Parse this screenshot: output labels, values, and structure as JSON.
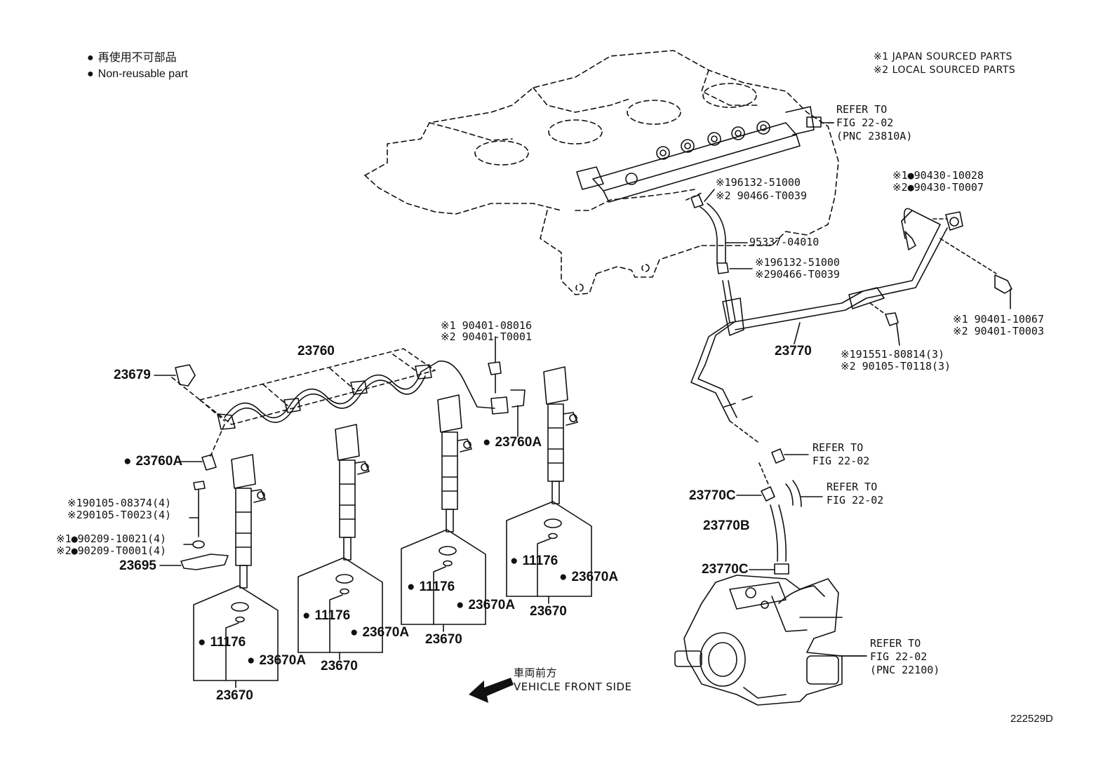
{
  "legend": {
    "items": [
      "再使用不可部品",
      "Non-reusable part"
    ]
  },
  "sourcing": {
    "lines": [
      "※1 JAPAN SOURCED PARTS",
      "※2 LOCAL SOURCED PARTS"
    ]
  },
  "refs": {
    "rail": [
      "REFER TO",
      "FIG 22-02",
      "(PNC 23810A)"
    ],
    "clamp": [
      "REFER TO",
      "FIG 22-02"
    ],
    "hose": [
      "REFER TO",
      "FIG 22-02"
    ],
    "pump": [
      "REFER TO",
      "FIG 22-02",
      "(PNC 22100)"
    ]
  },
  "parts": {
    "p196132_a": "※196132-51000",
    "p90466_a": "※2 90466-T0039",
    "p95337": "95337-04010",
    "p196132_b": "※196132-51000",
    "p90466_b": "※290466-T0039",
    "p90430_1": "※1●90430-10028",
    "p90430_2": "※2●90430-T0007",
    "p90401_10067": "※1 90401-10067",
    "p90401_T0003": "※2 90401-T0003",
    "p191551": "※191551-80814(3)",
    "p90105_T0118": "※2 90105-T0118(3)",
    "p23770": "23770",
    "p23770C_top": "23770C",
    "p23770B": "23770B",
    "p23770C_bot": "23770C",
    "p90401_08016": "※1 90401-08016",
    "p90401_T0001": "※2 90401-T0001",
    "p23760": "23760",
    "p23679": "23679",
    "p23760A_left": "23760A",
    "p23760A_right": "23760A",
    "p190105": "※190105-08374(4)",
    "p290105": "※290105-T0023(4)",
    "p190209": "※1●90209-10021(4)",
    "p290209": "※2●90209-T0001(4)",
    "p23695": "23695"
  },
  "injector_groups": [
    {
      "seal": "11176",
      "washer": "23670A",
      "assy": "23670"
    },
    {
      "seal": "11176",
      "washer": "23670A",
      "assy": "23670"
    },
    {
      "seal": "11176",
      "washer": "23670A",
      "assy": "23670"
    },
    {
      "seal": "11176",
      "washer": "23670A",
      "assy": "23670"
    }
  ],
  "direction": {
    "jp": "車両前方",
    "en": "VEHICLE FRONT SIDE"
  },
  "figure_id": "222529D"
}
